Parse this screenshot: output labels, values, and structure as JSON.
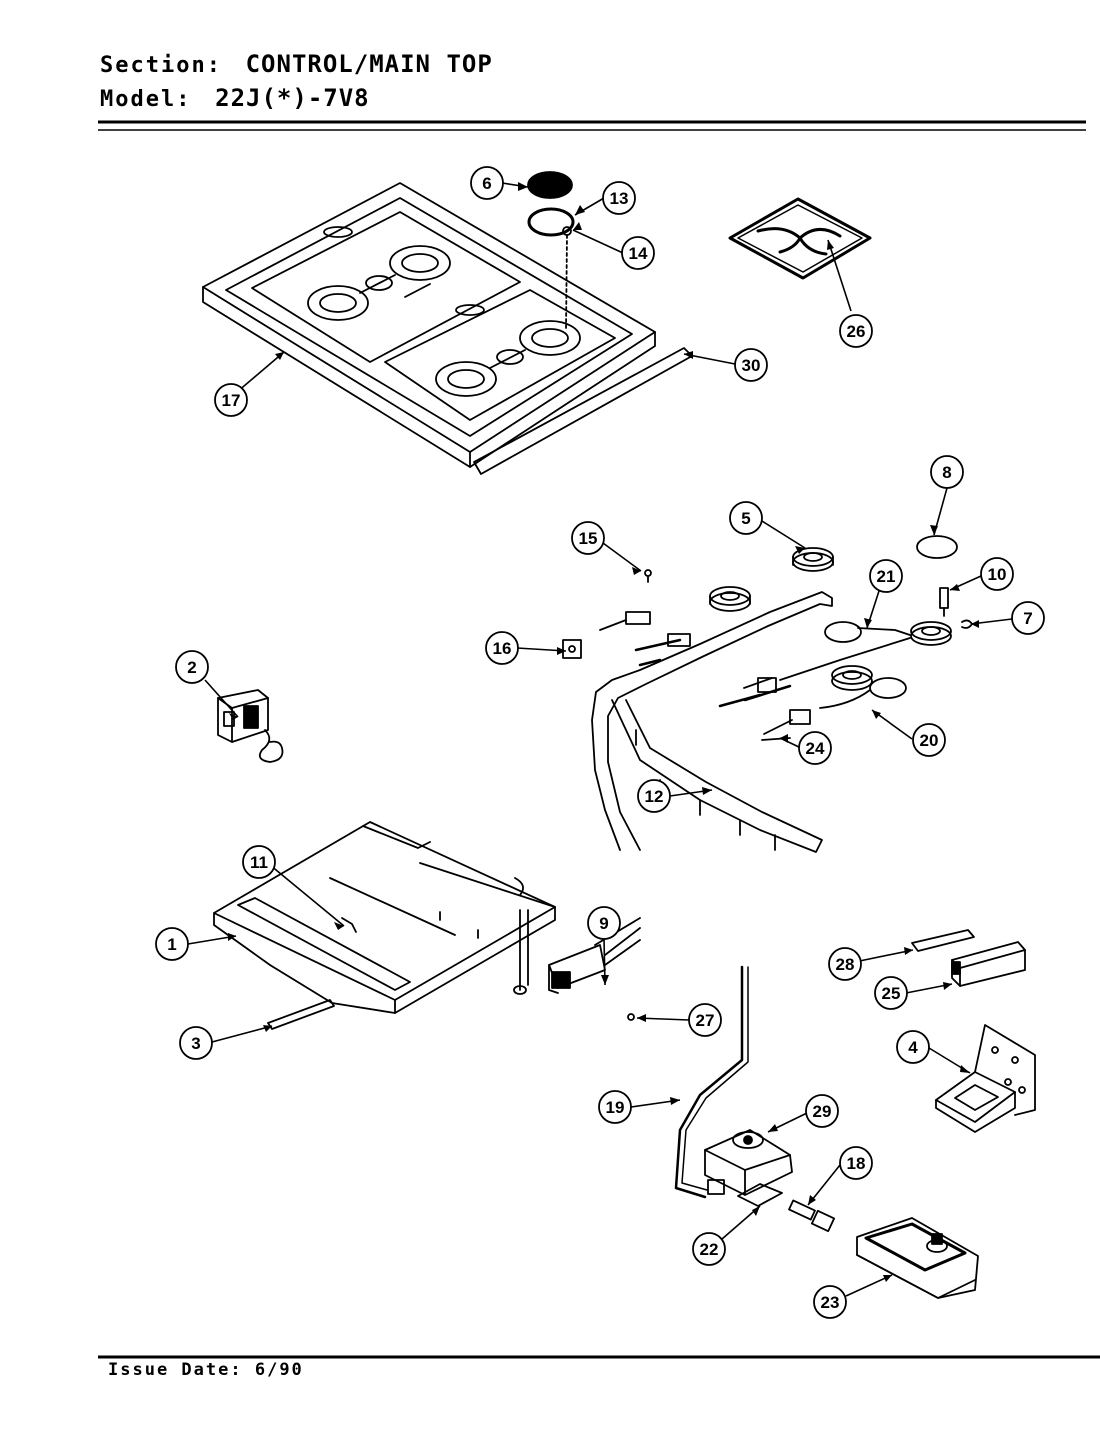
{
  "header": {
    "section_label": "Section:",
    "section_value": "CONTROL/MAIN TOP",
    "model_label": "Model:",
    "model_value": "22J(*)-7V8"
  },
  "footer": {
    "issue_label": "Issue Date:",
    "issue_value": "6/90"
  },
  "callouts": [
    "1",
    "2",
    "3",
    "4",
    "5",
    "6",
    "7",
    "8",
    "9",
    "10",
    "11",
    "12",
    "13",
    "14",
    "15",
    "16",
    "17",
    "18",
    "19",
    "20",
    "21",
    "22",
    "23",
    "24",
    "25",
    "26",
    "27",
    "28",
    "29",
    "30"
  ],
  "colors": {
    "ink": "#000000",
    "paper": "#ffffff"
  }
}
